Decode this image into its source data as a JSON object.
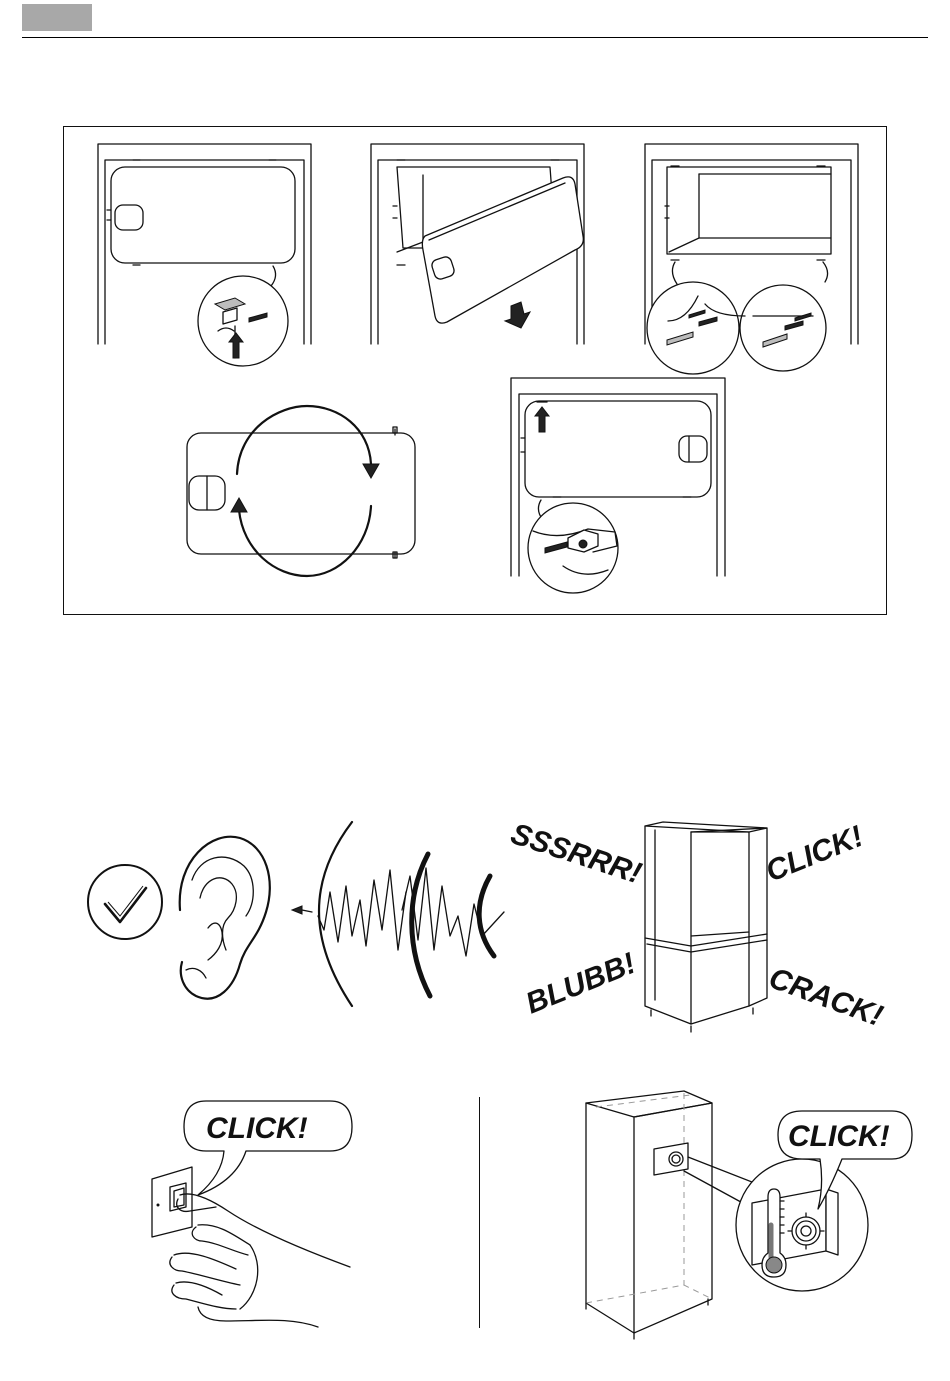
{
  "sounds": {
    "sssrrr": "SSSRRR!",
    "click": "CLICK!",
    "blubb": "BLUBB!",
    "crack": "CRACK!"
  },
  "bubbles": {
    "switch_click": "CLICK!",
    "thermostat_click": "CLICK!"
  },
  "icons": [
    "checkmark-icon",
    "ear-icon",
    "sound-wave-icon",
    "arrow-icon",
    "thermometer-icon",
    "thermostat-dial-icon"
  ]
}
